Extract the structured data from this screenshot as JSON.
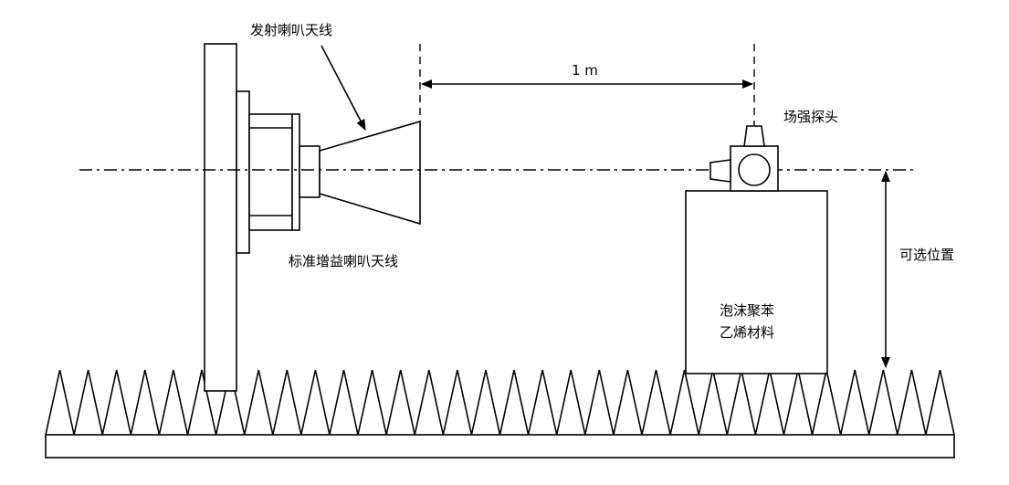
{
  "labels": {
    "transmit_antenna": "发射喇叭天线",
    "distance": "1 m",
    "field_probe": "场强探头",
    "standard_gain_antenna": "标准增益喇叭天线",
    "optional_position": "可选位置",
    "foam_line1": "泡沫聚苯",
    "foam_line2": "乙烯材料"
  }
}
